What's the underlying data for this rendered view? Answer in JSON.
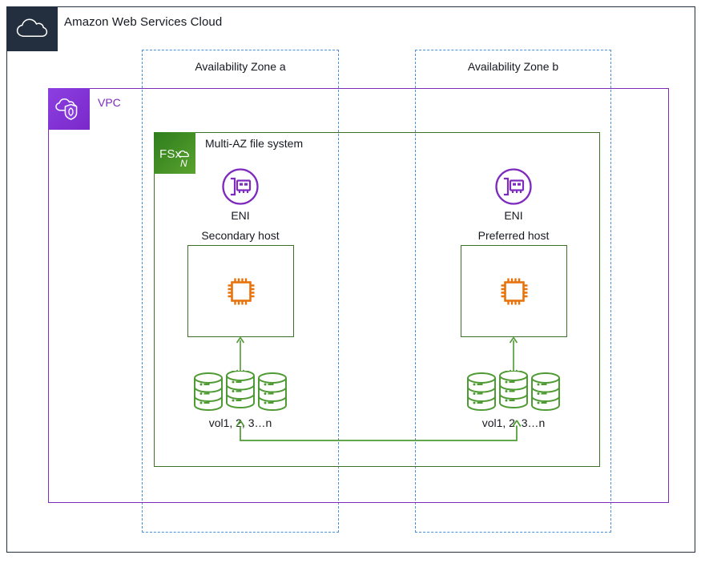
{
  "diagram": {
    "cloud": {
      "title": "Amazon Web Services Cloud",
      "icon": "aws-cloud-icon",
      "border_color": "#232F3E",
      "icon_bg": "#232F3E"
    },
    "availability_zones": [
      {
        "label": "Availability Zone a",
        "border_color": "#4A90D9"
      },
      {
        "label": "Availability Zone b",
        "border_color": "#4A90D9"
      }
    ],
    "vpc": {
      "label": "VPC",
      "icon": "vpc-cloud-shield-icon",
      "border_color": "#7D2BBF",
      "label_color": "#7D2BBF",
      "icon_bg": "#8C3FE0"
    },
    "file_system": {
      "label": "Multi-AZ file system",
      "icon": "fsx-netapp-ontap-icon",
      "icon_text": "FSx",
      "icon_badge": "N",
      "border_color": "#3F6E26",
      "icon_bg": "#2E7D1E"
    },
    "zones_content": [
      {
        "eni_label": "ENI",
        "eni_icon": "eni-network-card-icon",
        "host_title": "Secondary host",
        "host_icon": "cpu-chip-icon",
        "volumes_label": "vol1, 2, 3…n",
        "volumes_icon": "volume-cylinders-icon"
      },
      {
        "eni_label": "ENI",
        "eni_icon": "eni-network-card-icon",
        "host_title": "Preferred host",
        "host_icon": "cpu-chip-icon",
        "volumes_label": "vol1, 2, 3…n",
        "volumes_icon": "volume-cylinders-icon"
      }
    ],
    "colors": {
      "aws_navy": "#232F3E",
      "az_blue": "#4A90D9",
      "vpc_purple": "#7D2BBF",
      "fsx_green": "#3F6E26",
      "cpu_orange": "#E8730C",
      "eni_purple": "#7D2BBF",
      "volume_green": "#4E9A33"
    }
  }
}
